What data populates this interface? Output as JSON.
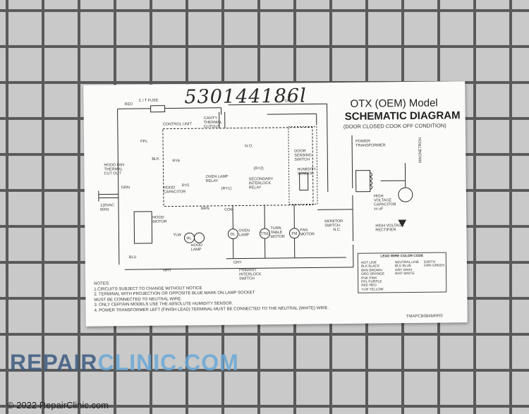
{
  "handwritten_number": "530144186l",
  "title": {
    "line1": "OTX (OEM) Model",
    "line2": "SCHEMATIC DIAGRAM",
    "line3": "(DOOR CLOSED COOK OFF CONDITION)"
  },
  "schematic_labels": {
    "ct_fuse": "C / T FUSE",
    "cavity": [
      "CAVITY",
      "THERMAL",
      "CUTOUT"
    ],
    "control_unit": "CONTROL UNIT",
    "ry6": "RY6",
    "ry5": "RY5",
    "hood_fan_cutout": [
      "HOOD FAN",
      "THERMAL",
      "CUT OUT"
    ],
    "oven_lamp_relay": [
      "OVEN LAMP",
      "RELAY"
    ],
    "ry1": "(RY1)",
    "ry2": "(RY2)",
    "secondary_interlock": [
      "SECONDARY",
      "INTERLOCK",
      "RELAY"
    ],
    "door_sensing": [
      "DOOR",
      "SENSING",
      "SWITCH"
    ],
    "humidity_sensor": [
      "HUMIDITY",
      "SENSOR"
    ],
    "power_transformer": [
      "POWER",
      "TRANSFORMER"
    ],
    "magnetron": "MAGNETRON",
    "hv_capacitor": [
      "HIGH",
      "VOLTAGE",
      "CAPACITOR",
      "xx uF"
    ],
    "hv_rectifier": [
      "HIGH VOLTAGE",
      "RECTIFIER"
    ],
    "monitor_switch": [
      "MONITOR",
      "SWITCH"
    ],
    "oven_lamp": [
      "OVEN",
      "LAMP"
    ],
    "turntable_motor": [
      "TURN",
      "TABLE",
      "MOTOR"
    ],
    "fan_motor": [
      "FAN",
      "MOTOR"
    ],
    "primary_interlock": [
      "PRIMARY",
      "INTERLOCK",
      "SWITCH"
    ],
    "hood_motor": [
      "HOOD",
      "MOTOR"
    ],
    "hood_lamp": [
      "HOOD",
      "LAMP"
    ],
    "hood_capacitor": [
      "HOOD",
      "CAPACITOR"
    ],
    "supply": [
      "120VAC",
      "60Hz"
    ],
    "wire_colors": [
      "RED",
      "ORG",
      "PPL",
      "BLK",
      "GRN",
      "WHT",
      "BLU",
      "YLW",
      "GRY",
      "BRN"
    ],
    "com": "COM",
    "no": "N.O.",
    "nc": "N.C.",
    "dl": "DL",
    "ttm": "TTM",
    "fm": "FM",
    "hl": "HL"
  },
  "lead_table": {
    "header": "LEAD WIRE COLOR CODE",
    "col1_title": "HOT LINE",
    "col1": [
      "BLK  BLACK",
      "BRN  BROWN",
      "ORG  ORANGE",
      "PNK  PINK",
      "PPL  PURPLE",
      "RED  RED",
      "YLW  YELLOW"
    ],
    "col2_title": "NEUTRAL LINE",
    "col2": [
      "BLU  BLUE",
      "GRY  GRAY",
      "WHT  WHITE"
    ],
    "col3_title": "EARTH",
    "col3": [
      "GRN  GREEN"
    ]
  },
  "notes": [
    "NOTES:",
    "1.CIRCUITS SUBJECT TO CHANGE WITHOUT NOTICE",
    "2. TERMINAL WITH PROJECTION OR OPPOSITE BLUE MARK ON LAMP SOCKET",
    "    MUST BE CONNECTED TO NEUTRAL WIRE.",
    "3. ONLY CERTAIN MODELS USE THE ABSOLUTE HUMIDITY SENSOR.",
    "4. POWER TRANSFORMER LEFT (FINISH LEAD) TERMINAL MUST BE CONNECTED TO THE NEUTRAL (WHITE) WIRE."
  ],
  "doc_code": "TMAPCB084MRR0",
  "watermark": {
    "part1": "REPAIR",
    "part2": "CLINIC.COM",
    "colors": [
      "#3d5a80",
      "#6aa9d8"
    ]
  },
  "copyright": "© 2022 RepairClinic.com"
}
